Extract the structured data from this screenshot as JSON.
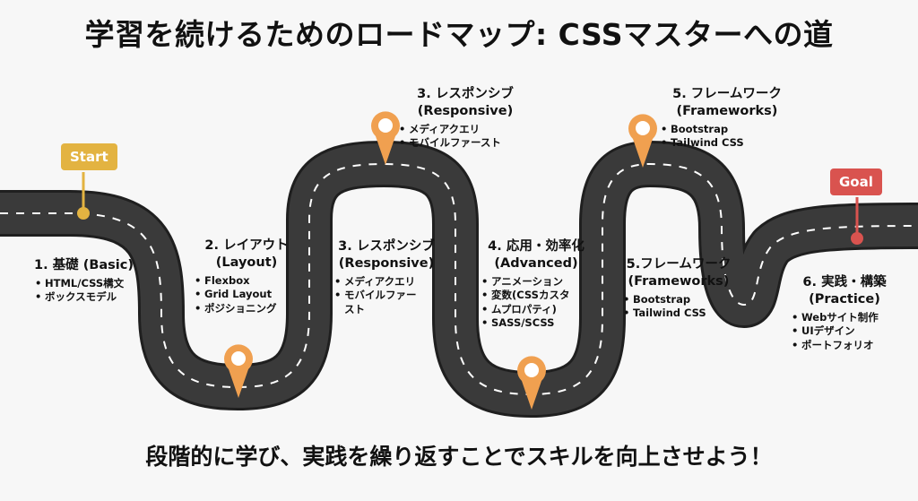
{
  "title": "学習を続けるためのロードマップ: CSSマスターへの道",
  "footer": "段階的に学び、実践を繰り返すことでスキルを向上させよう！",
  "colors": {
    "road": "#3a3a3a",
    "pin": "#f0a050",
    "start": "#e3b341",
    "goal": "#d9534f"
  },
  "start_label": "Start",
  "goal_label": "Goal",
  "steps": [
    {
      "heading": [
        "1. 基礎 (Basic)"
      ],
      "items": [
        "HTML/CSS構文",
        "ボックスモデル"
      ]
    },
    {
      "heading": [
        "2. レイアウト",
        "(Layout)"
      ],
      "items": [
        "Flexbox",
        "Grid Layout",
        "ポジショニング"
      ]
    },
    {
      "heading": [
        "3. レスポンシブ",
        "(Responsive)"
      ],
      "items": [
        "メディアクエリ",
        "モバイルファースト"
      ]
    },
    {
      "heading": [
        "3. レスポンシブ",
        "(Responsive)"
      ],
      "items": [
        "メディアクエリ",
        "モバイルファー",
        "スト"
      ]
    },
    {
      "heading": [
        "4. 応用・効率化",
        "(Advanced)"
      ],
      "items": [
        "アニメーション",
        "変数(CSSカスタ",
        "ムプロパティ)",
        "SASS/SCSS"
      ]
    },
    {
      "heading": [
        "5. フレームワーク",
        "(Frameworks)"
      ],
      "items": [
        "Bootstrap",
        "Tailwind CSS"
      ]
    },
    {
      "heading": [
        "5.フレームワーク",
        "(Frameworks)"
      ],
      "items": [
        "Bootstrap",
        "Tailwind CSS"
      ]
    },
    {
      "heading": [
        "6. 実践・構築",
        "(Practice)"
      ],
      "items": [
        "Webサイト制作",
        "UIデザイン",
        "ポートフォリオ"
      ]
    }
  ]
}
